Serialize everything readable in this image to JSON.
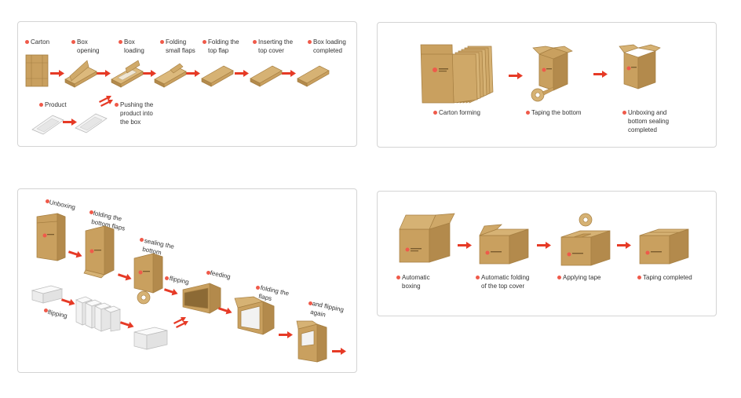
{
  "colors": {
    "cardboard": "#c9a05f",
    "cardboard_dark": "#a67f42",
    "cardboard_light": "#dcb97c",
    "arrow": "#e63a26",
    "bullet": "#ef5a4a",
    "border": "#d4d4d4"
  },
  "panel1": {
    "steps": [
      {
        "label": "Carton"
      },
      {
        "label": "Box\nopening"
      },
      {
        "label": "Box\nloading"
      },
      {
        "label": "Folding\nsmall flaps"
      },
      {
        "label": "Folding the\ntop flap"
      },
      {
        "label": "Inserting the\ntop cover"
      },
      {
        "label": "Box loading\ncompleted"
      }
    ],
    "product_label": "Product",
    "push_label": "Pushing the\nproduct into\nthe box"
  },
  "panel2": {
    "steps": [
      {
        "label": "Carton forming"
      },
      {
        "label": "Taping the bottom"
      },
      {
        "label": "Unboxing and\nbottom sealing\ncompleted"
      }
    ]
  },
  "panel3": {
    "steps": [
      {
        "label": "Unboxing"
      },
      {
        "label": "folding the\nbottom flaps"
      },
      {
        "label": "sealing the\nbottom"
      },
      {
        "label": "flipping"
      },
      {
        "label": "feeding"
      },
      {
        "label": "folding the\nflaps"
      },
      {
        "label": "and flipping\nagain"
      },
      {
        "label": "flipping"
      }
    ]
  },
  "panel4": {
    "steps": [
      {
        "label": "Automatic\nboxing"
      },
      {
        "label": "Automatic folding\nof the top cover"
      },
      {
        "label": "Applying tape"
      },
      {
        "label": "Taping completed"
      }
    ]
  }
}
